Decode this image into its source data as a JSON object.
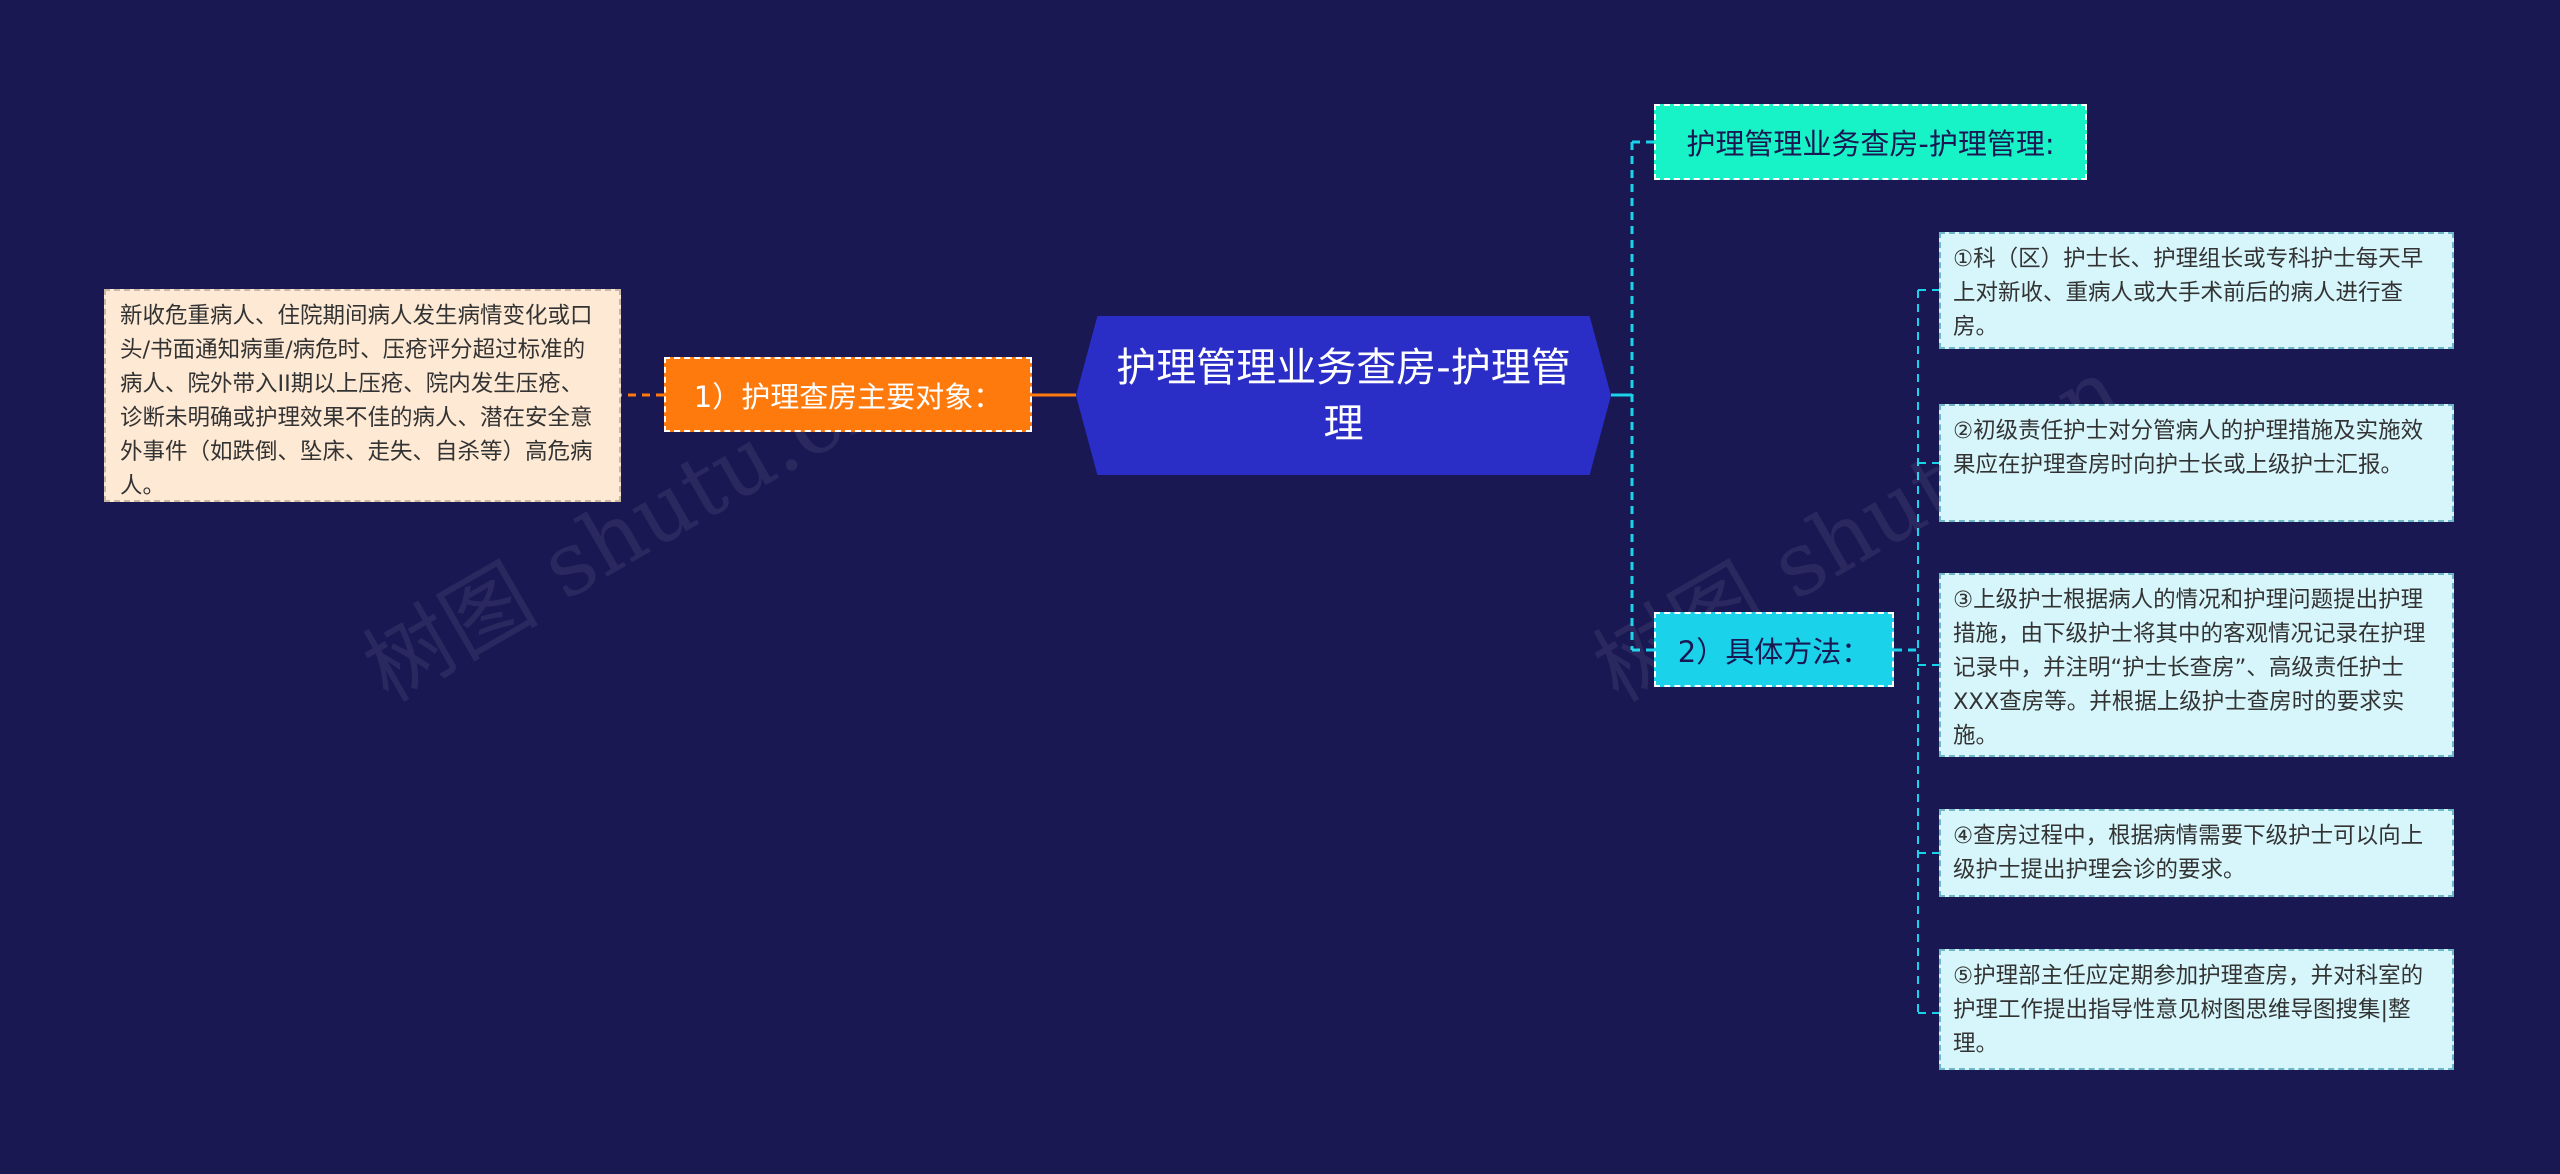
{
  "root": {
    "label": "护理管理业务查房-护理管理"
  },
  "left_branch": {
    "label": "1）护理查房主要对象：",
    "detail": "新收危重病人、住院期间病人发生病情变化或口头/书面通知病重/病危时、压疮评分超过标准的病人、院外带入II期以上压疮、院内发生压疮、诊断未明确或护理效果不佳的病人、潜在安全意外事件（如跌倒、坠床、走失、自杀等）高危病人。"
  },
  "top_branch": {
    "label": "护理管理业务查房-护理管理:"
  },
  "method_branch": {
    "label": "2）具体方法：",
    "items": [
      "①科（区）护士长、护理组长或专科护士每天早上对新收、重病人或大手术前后的病人进行查房。",
      "②初级责任护士对分管病人的护理措施及实施效果应在护理查房时向护士长或上级护士汇报。",
      "③上级护士根据病人的情况和护理问题提出护理措施，由下级护士将其中的客观情况记录在护理记录中，并注明“护士长查房”、高级责任护士XXX查房等。并根据上级护士查房时的要求实施。",
      "④查房过程中，根据病情需要下级护士可以向上级护士提出护理会诊的要求。",
      "⑤护理部主任应定期参加护理查房，并对科室的护理工作提出指导性意见树图思维导图搜集|整理。"
    ]
  },
  "watermark": "树图 shutu.cn",
  "colors": {
    "background": "#1a1853",
    "root": "#2a2ec6",
    "left_branch": "#ff7a0c",
    "left_leaf": "#fde9d4",
    "top_branch": "#18f2c7",
    "method_branch": "#1ad2ea",
    "method_leaf": "#d6f6fb",
    "connector_right": "#1ad2ea",
    "connector_left": "#ff7a0c"
  }
}
